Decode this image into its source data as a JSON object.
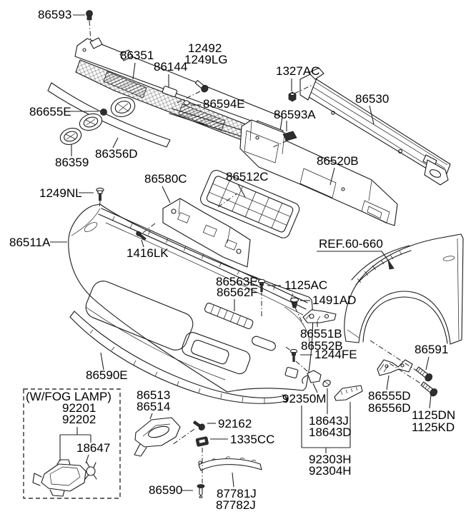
{
  "diagram": {
    "type": "exploded-parts-diagram",
    "subject": "Front bumper and radiator grille assembly",
    "fog_box_title": "(W/FOG LAMP)",
    "ref_label": "REF.60-660",
    "colors": {
      "line": "#1b1b1b",
      "background": "#ffffff"
    },
    "labels": {
      "p86593": "86593",
      "p86351": "86351",
      "p12492": "12492",
      "p1249LG": "1249LG",
      "p86144": "86144",
      "p1327AC": "1327AC",
      "p86530": "86530",
      "p86655E": "86655E",
      "p86594E": "86594E",
      "p86593A": "86593A",
      "p86359": "86359",
      "p86356D": "86356D",
      "p86520B": "86520B",
      "p86580C": "86580C",
      "p86512C": "86512C",
      "p1249NL": "1249NL",
      "p86511A": "86511A",
      "p1416LK": "1416LK",
      "p86563E": "86563E",
      "p86562F": "86562F",
      "p1125AC": "1125AC",
      "p1491AD": "1491AD",
      "p86551B": "86551B",
      "p86552B": "86552B",
      "p1244FE": "1244FE",
      "p86591": "86591",
      "p86590E": "86590E",
      "p92350M": "92350M",
      "p86555D": "86555D",
      "p86556D": "86556D",
      "p1125DN": "1125DN",
      "p1125KD": "1125KD",
      "p92201": "92201",
      "p92202": "92202",
      "p18647": "18647",
      "p86513": "86513",
      "p86514": "86514",
      "p92162": "92162",
      "p1335CC": "1335CC",
      "p86590": "86590",
      "p87781J": "87781J",
      "p87782J": "87782J",
      "p18643J": "18643J",
      "p18643D": "18643D",
      "p92303H": "92303H",
      "p92304H": "92304H"
    }
  }
}
